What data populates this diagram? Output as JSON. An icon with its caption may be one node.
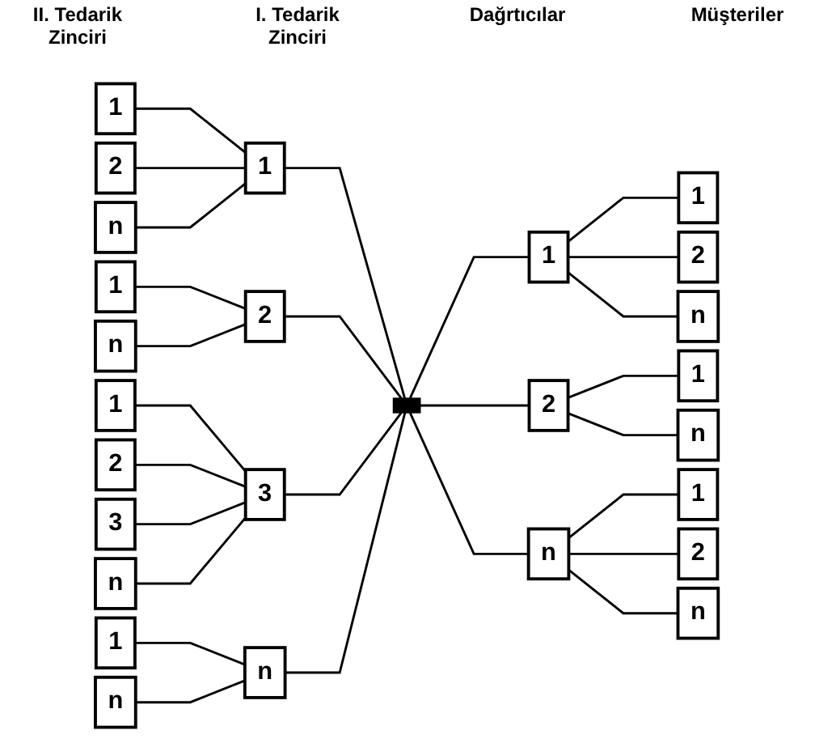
{
  "diagram": {
    "nodes": [
      {
        "text": [
          "1"
        ]
      },
      {
        "text": [
          "2"
        ]
      },
      {
        "text": [
          "n"
        ]
      },
      {
        "text": [
          "1"
        ]
      },
      {
        "text": [
          "n"
        ]
      },
      {
        "text": [
          "1"
        ]
      },
      {
        "text": [
          "2"
        ]
      },
      {
        "text": [
          "3"
        ]
      },
      {
        "text": [
          "n"
        ]
      },
      {
        "text": [
          "1"
        ]
      },
      {
        "text": [
          "n"
        ]
      },
      {
        "text": [
          "1"
        ]
      },
      {
        "text": [
          "2"
        ]
      },
      {
        "text": [
          "3"
        ]
      },
      {
        "text": [
          "n"
        ]
      },
      {
        "text": [],
        "shape": "box"
      },
      {
        "text": [
          "1"
        ]
      },
      {
        "text": [
          "2"
        ]
      },
      {
        "text": [
          "n"
        ]
      },
      {
        "text": [
          "1"
        ]
      },
      {
        "text": [
          "2"
        ]
      },
      {
        "text": [
          "n"
        ]
      },
      {
        "text": [
          "1"
        ]
      },
      {
        "text": [
          "n"
        ]
      },
      {
        "text": [
          "1"
        ]
      },
      {
        "text": [
          "2"
        ]
      },
      {
        "text": [
          "n"
        ]
      }
    ],
    "edges": [
      {
        "from": 0,
        "to": 11,
        "arrow": "none"
      },
      {
        "from": 1,
        "to": 11,
        "arrow": "none"
      },
      {
        "from": 2,
        "to": 11,
        "arrow": "none"
      },
      {
        "from": 3,
        "to": 12,
        "arrow": "none"
      },
      {
        "from": 4,
        "to": 12,
        "arrow": "none"
      },
      {
        "from": 5,
        "to": 13,
        "arrow": "none"
      },
      {
        "from": 6,
        "to": 13,
        "arrow": "none"
      },
      {
        "from": 7,
        "to": 13,
        "arrow": "none"
      },
      {
        "from": 8,
        "to": 13,
        "arrow": "none"
      },
      {
        "from": 9,
        "to": 14,
        "arrow": "none"
      },
      {
        "from": 10,
        "to": 14,
        "arrow": "none"
      },
      {
        "from": 11,
        "to": 15,
        "arrow": "none"
      },
      {
        "from": 12,
        "to": 15,
        "arrow": "none"
      },
      {
        "from": 13,
        "to": 15,
        "arrow": "none"
      },
      {
        "from": 14,
        "to": 15,
        "arrow": "none"
      },
      {
        "from": 15,
        "to": 16,
        "arrow": "none"
      },
      {
        "from": 15,
        "to": 17,
        "arrow": "none"
      },
      {
        "from": 15,
        "to": 18,
        "arrow": "none"
      },
      {
        "from": 16,
        "to": 19,
        "arrow": "none"
      },
      {
        "from": 16,
        "to": 20,
        "arrow": "none"
      },
      {
        "from": 16,
        "to": 21,
        "arrow": "none"
      },
      {
        "from": 17,
        "to": 22,
        "arrow": "none"
      },
      {
        "from": 17,
        "to": 23,
        "arrow": "none"
      },
      {
        "from": 18,
        "to": 24,
        "arrow": "none"
      },
      {
        "from": 18,
        "to": 25,
        "arrow": "none"
      },
      {
        "from": 18,
        "to": 26,
        "arrow": "none"
      }
    ],
    "labels": [
      "II. Tedarik Zinciri",
      "I. Tedarik Zinciri",
      "Dağrtıcılar",
      "Müşteriler"
    ]
  }
}
